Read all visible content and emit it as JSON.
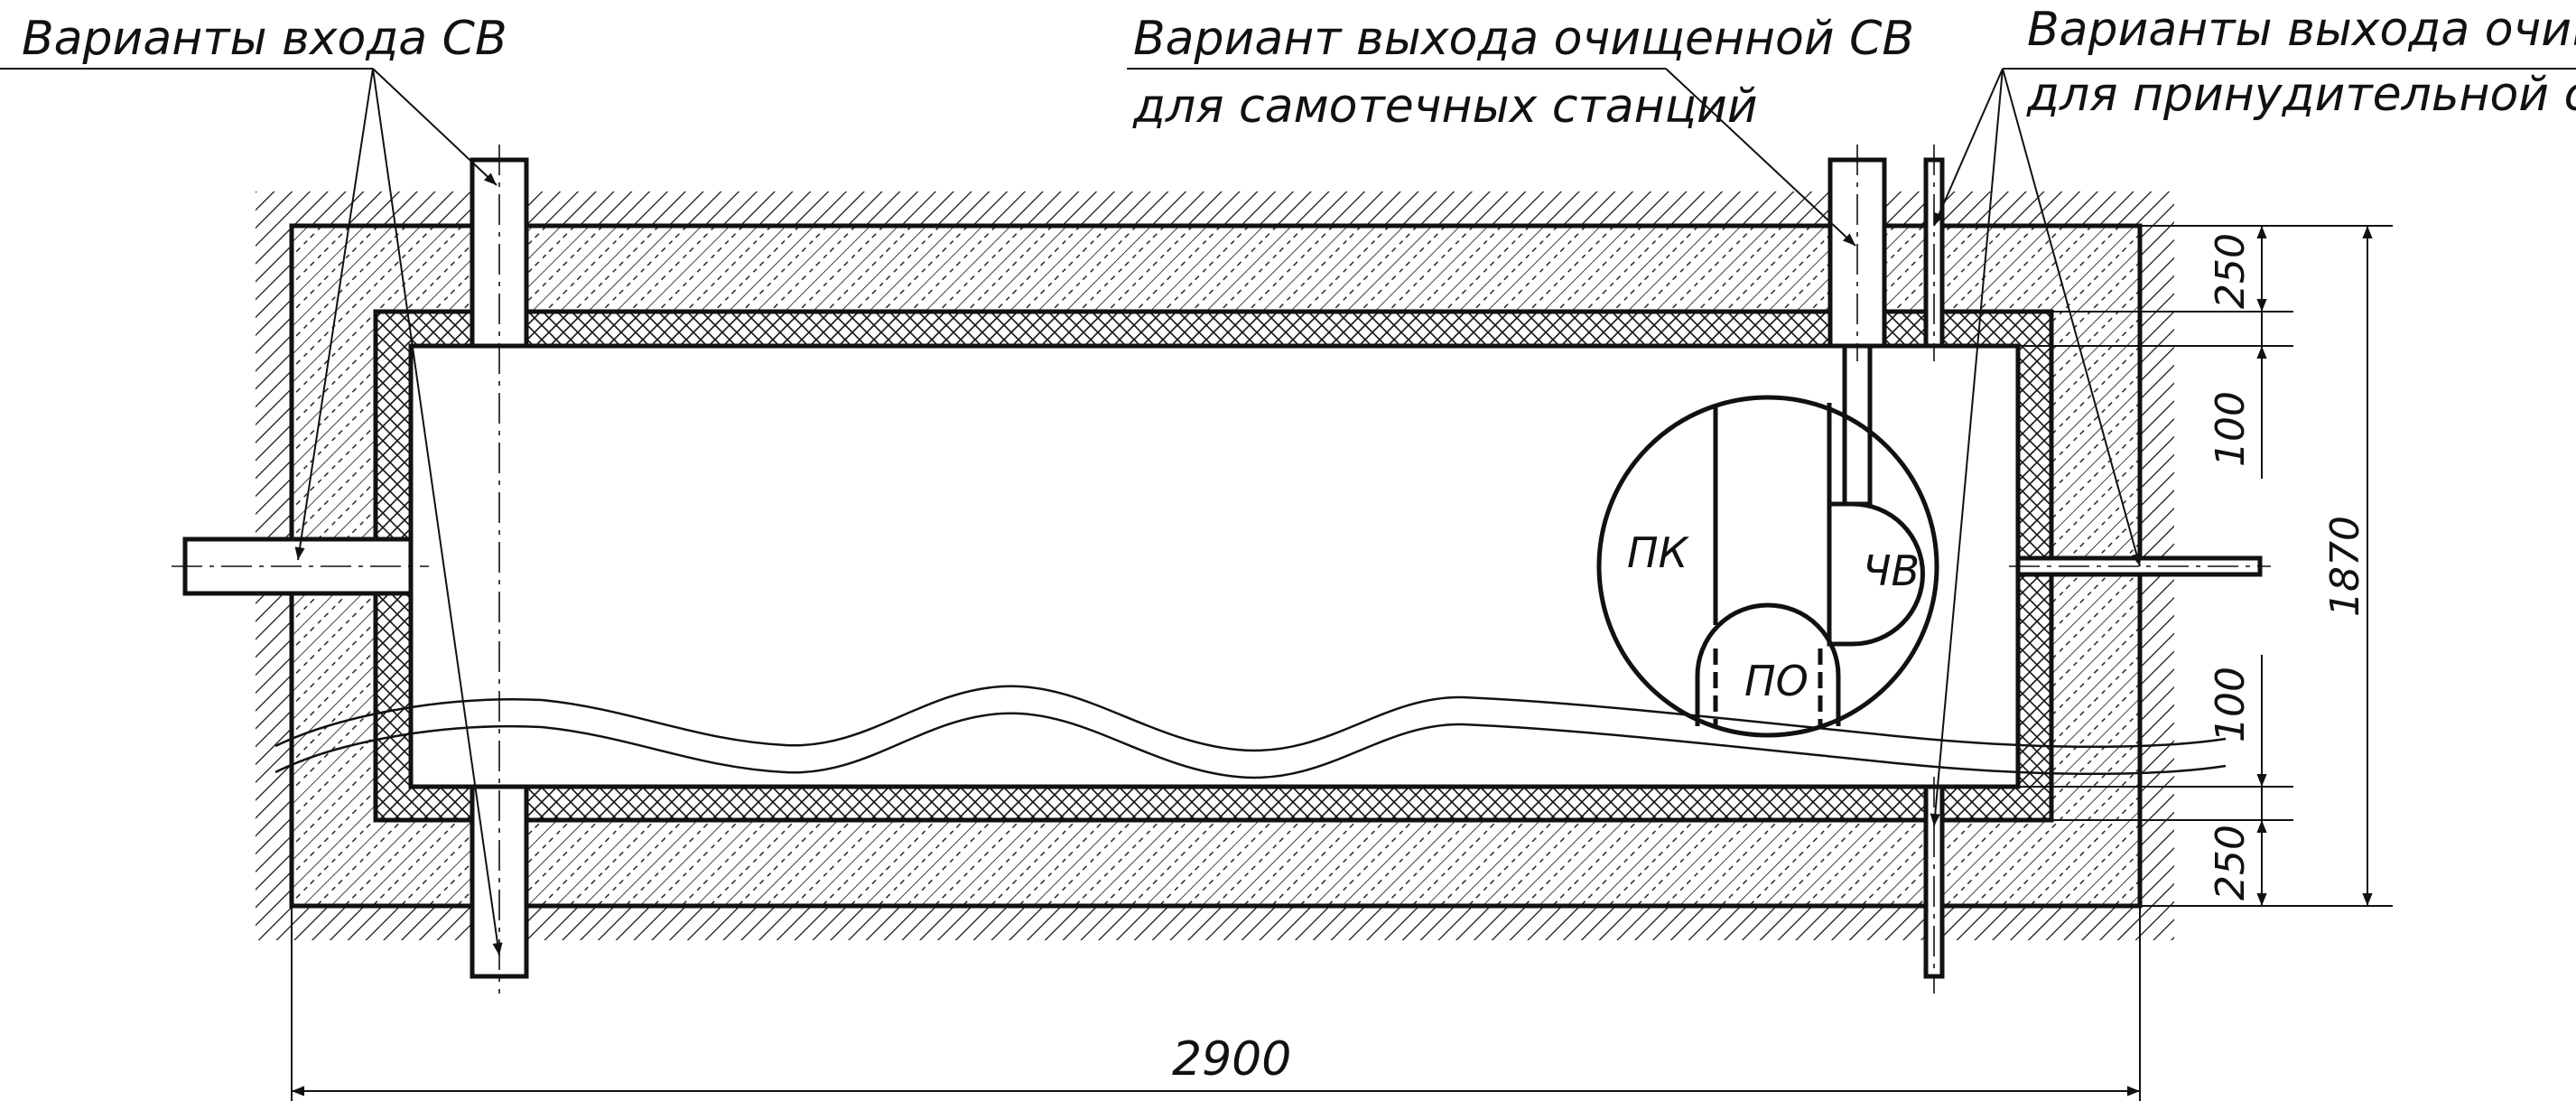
{
  "labels": {
    "inlet_variants": "Варианты входа СВ",
    "gravity_outlet_line1": "Вариант выхода очищенной СВ",
    "gravity_outlet_line2": "для самотечных станций",
    "forced_outlet_line1": "Варианты выхода очищенной СВ",
    "forced_outlet_line2": "для принудительной станции",
    "pk": "ПК",
    "chv": "ЧВ",
    "po": "ПО"
  },
  "dimensions": {
    "length": "2900",
    "height": "1870",
    "wall_top": "250",
    "gap_top": "100",
    "gap_bottom": "100",
    "wall_bottom": "250"
  },
  "colors": {
    "line": "#111111",
    "background": "#ffffff"
  }
}
